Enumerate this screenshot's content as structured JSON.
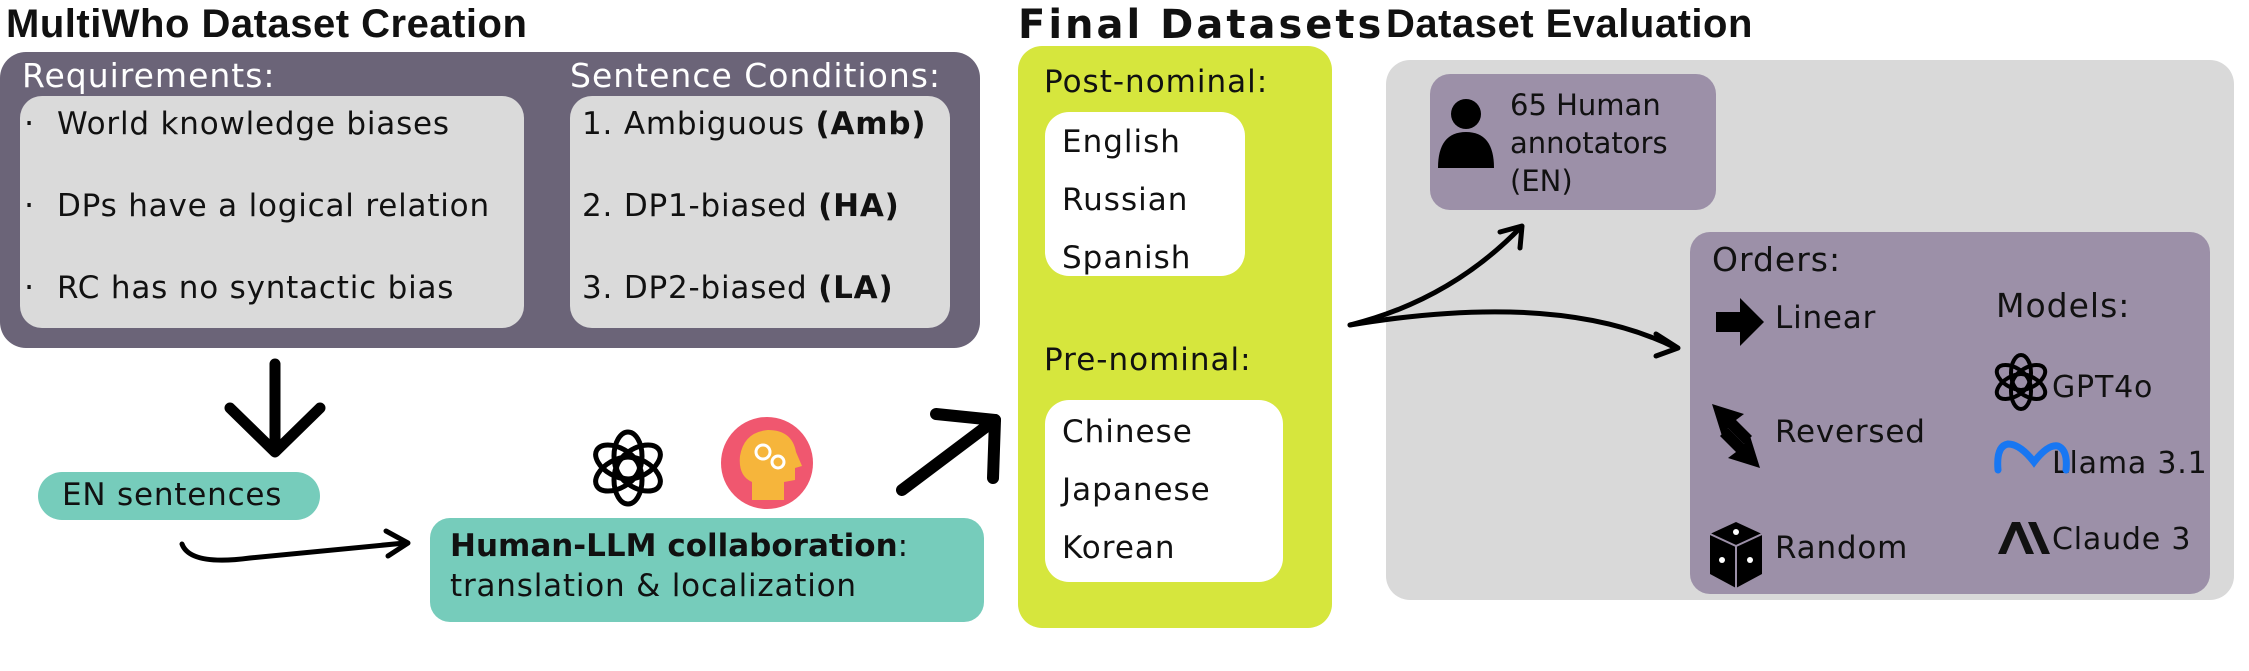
{
  "colors": {
    "dark_panel": "#6b6478",
    "light_panel": "#dadada",
    "teal": "#76ccbb",
    "lime": "#d6e63d",
    "purple": "#9c90a8",
    "eval_bg": "#d9d9d9",
    "brain": "#f0576f"
  },
  "creation": {
    "title": "MultiWho Dataset Creation",
    "req_heading": "Requirements:",
    "req_items": [
      "World knowledge biases",
      "DPs have a logical relation",
      "RC has no syntactic bias"
    ],
    "bullet": "·",
    "cond_heading": "Sentence Conditions:",
    "conds": [
      {
        "text": "1. Ambiguous ",
        "bold": "(Amb)"
      },
      {
        "text": "2. DP1-biased ",
        "bold": "(HA)"
      },
      {
        "text": "3. DP2-biased ",
        "bold": "(LA)"
      }
    ],
    "en_sentences": "EN sentences",
    "collab_bold": "Human-LLM collaboration",
    "collab_rest": ":",
    "collab_line2": "translation & localization"
  },
  "final": {
    "title": "Final Datasets",
    "post_heading": "Post-nominal:",
    "post_langs": [
      "English",
      "Russian",
      "Spanish"
    ],
    "pre_heading": "Pre-nominal:",
    "pre_langs": [
      "Chinese",
      "Japanese",
      "Korean"
    ]
  },
  "evaluation": {
    "title": "Dataset Evaluation",
    "annotators": [
      "65 Human",
      "annotators",
      "(EN)"
    ],
    "orders_heading": "Orders:",
    "orders": [
      "Linear",
      "Reversed",
      "Random"
    ],
    "models_heading": "Models:",
    "models": [
      "GPT4o",
      "Llama 3.1",
      "Claude 3"
    ]
  }
}
